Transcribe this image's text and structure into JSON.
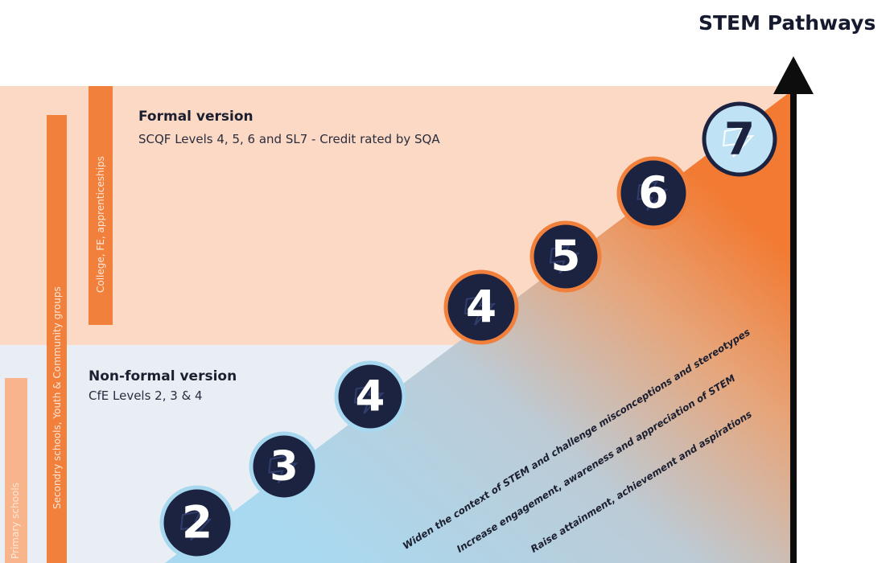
{
  "title": "STEM Pathways",
  "formal": {
    "heading": "Formal version",
    "subheading": "SCQF Levels 4, 5, 6 and SL7 - Credit rated by SQA"
  },
  "nonformal": {
    "heading": "Non-formal version",
    "subheading": "CfE Levels 2, 3 & 4"
  },
  "bars": {
    "primary": "Primary schools",
    "secondary": "Secondry schools, Youth & Community groups",
    "college": "College, FE, apprenticeships"
  },
  "levels": [
    "2",
    "3",
    "4",
    "4",
    "5",
    "6",
    "7"
  ],
  "aims": [
    "Widen the context of STEM and challenge misconceptions and stereotypes",
    "Increase engagement, awareness and appreciation of STEM",
    "Raise attainment, achievement and aspirations"
  ],
  "colors": {
    "orange": "#f0803c",
    "navy": "#1b2340",
    "light_blue": "#a8d8ef",
    "arrow": "#0d0d0d"
  }
}
